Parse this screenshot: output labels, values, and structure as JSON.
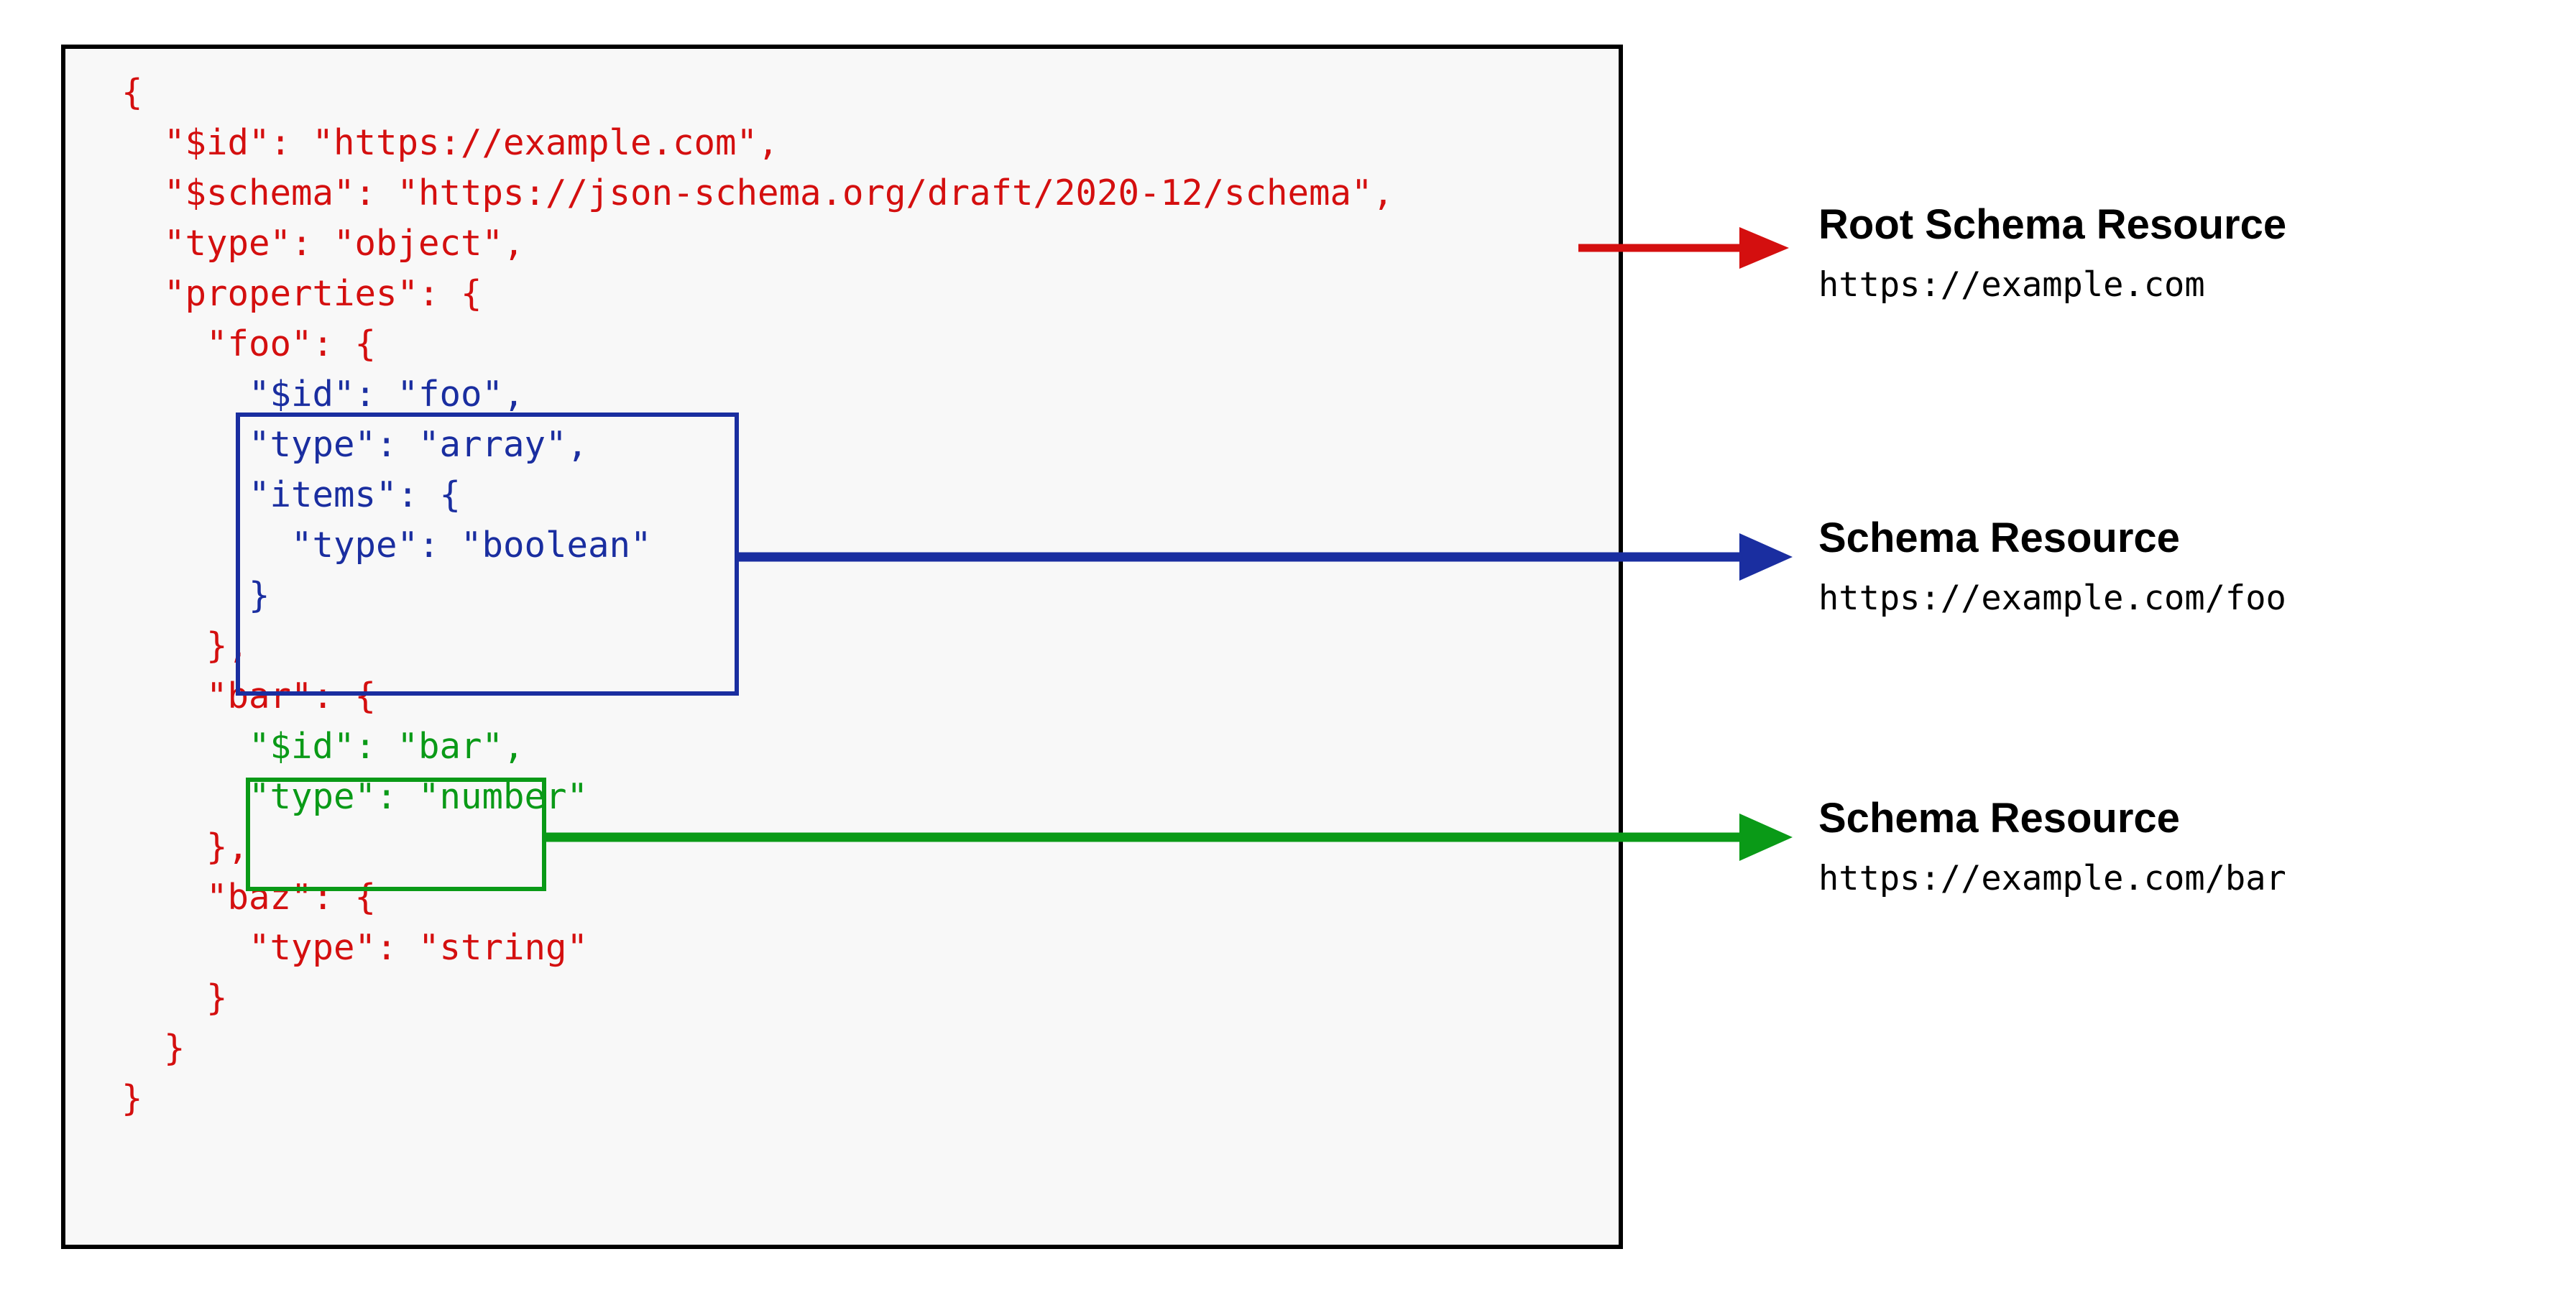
{
  "diagram": {
    "title": "JSON Schema resources diagram",
    "colors": {
      "code_red": "#d40f0f",
      "code_blue": "#1a2ea0",
      "code_green": "#0a9a17",
      "panel_border": "#000000",
      "panel_background": "#f8f8f8"
    }
  },
  "code": {
    "language": "json",
    "lines": [
      {
        "text": "{",
        "color": "red"
      },
      {
        "text": "  \"$id\": \"https://example.com\",",
        "color": "red"
      },
      {
        "text": "  \"$schema\": \"https://json-schema.org/draft/2020-12/schema\",",
        "color": "red"
      },
      {
        "text": "  \"type\": \"object\",",
        "color": "red"
      },
      {
        "text": "  \"properties\": {",
        "color": "red"
      },
      {
        "text": "    \"foo\": {",
        "color": "red"
      },
      {
        "text": "      \"$id\": \"foo\",",
        "color": "blue"
      },
      {
        "text": "      \"type\": \"array\",",
        "color": "blue"
      },
      {
        "text": "      \"items\": {",
        "color": "blue"
      },
      {
        "text": "        \"type\": \"boolean\"",
        "color": "blue"
      },
      {
        "text": "      }",
        "color": "blue"
      },
      {
        "text": "    },",
        "color": "red"
      },
      {
        "text": "    \"bar\": {",
        "color": "red"
      },
      {
        "text": "      \"$id\": \"bar\",",
        "color": "green"
      },
      {
        "text": "      \"type\": \"number\"",
        "color": "green"
      },
      {
        "text": "    },",
        "color": "red"
      },
      {
        "text": "    \"baz\": {",
        "color": "red"
      },
      {
        "text": "      \"type\": \"string\"",
        "color": "red"
      },
      {
        "text": "    }",
        "color": "red"
      },
      {
        "text": "  }",
        "color": "red"
      },
      {
        "text": "}",
        "color": "red"
      }
    ]
  },
  "highlight_boxes": [
    {
      "name": "foo-schema-resource-box",
      "color": "#1a2ea0"
    },
    {
      "name": "bar-schema-resource-box",
      "color": "#0a9a17"
    }
  ],
  "annotations": [
    {
      "id": "root",
      "title": "Root Schema Resource",
      "url": "https://example.com",
      "arrow_color": "#d40f0f"
    },
    {
      "id": "foo",
      "title": "Schema Resource",
      "url": "https://example.com/foo",
      "arrow_color": "#1a2ea0"
    },
    {
      "id": "bar",
      "title": "Schema Resource",
      "url": "https://example.com/bar",
      "arrow_color": "#0a9a17"
    }
  ]
}
